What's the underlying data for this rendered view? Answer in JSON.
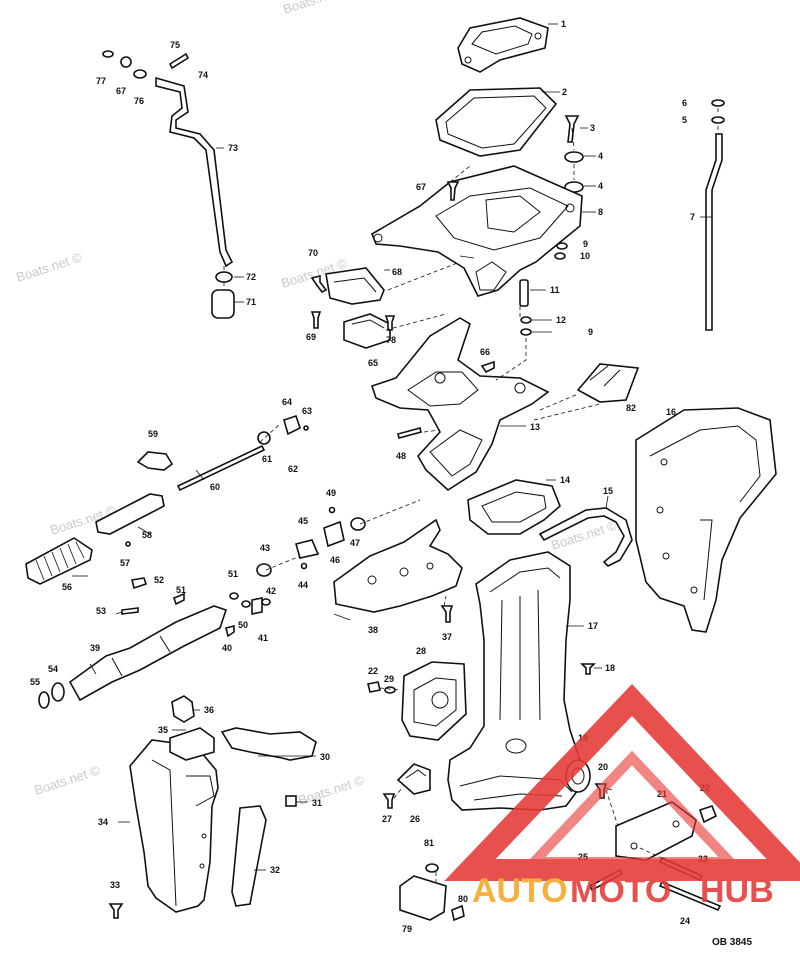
{
  "watermarks": [
    "Boats.net ©",
    "Boats.net ©",
    "Boats.net ©",
    "Boats.net ©",
    "Boats.net ©",
    "Boats.net ©",
    "Boats.net ©"
  ],
  "figure_ref": "OB 3845",
  "logo": {
    "word_a": "AUTO",
    "word_b": "MOTO",
    "word_c": "HUB",
    "color_red": "#e53935",
    "color_orange": "#f5a623"
  },
  "callouts": [
    "1",
    "2",
    "3",
    "4",
    "4",
    "6",
    "5",
    "7",
    "8",
    "9",
    "9",
    "10",
    "11",
    "12",
    "13",
    "14",
    "15",
    "16",
    "17",
    "18",
    "19",
    "20",
    "21",
    "22",
    "22",
    "23",
    "24",
    "25",
    "26",
    "27",
    "28",
    "29",
    "30",
    "31",
    "32",
    "33",
    "34",
    "35",
    "36",
    "37",
    "38",
    "39",
    "40",
    "41",
    "42",
    "43",
    "44",
    "45",
    "46",
    "47",
    "48",
    "49",
    "50",
    "51",
    "51",
    "52",
    "53",
    "54",
    "55",
    "56",
    "57",
    "58",
    "59",
    "60",
    "61",
    "62",
    "63",
    "64",
    "65",
    "66",
    "67",
    "68",
    "69",
    "70",
    "71",
    "72",
    "73",
    "74",
    "75",
    "76",
    "77",
    "67",
    "78",
    "79",
    "80",
    "81",
    "82"
  ]
}
